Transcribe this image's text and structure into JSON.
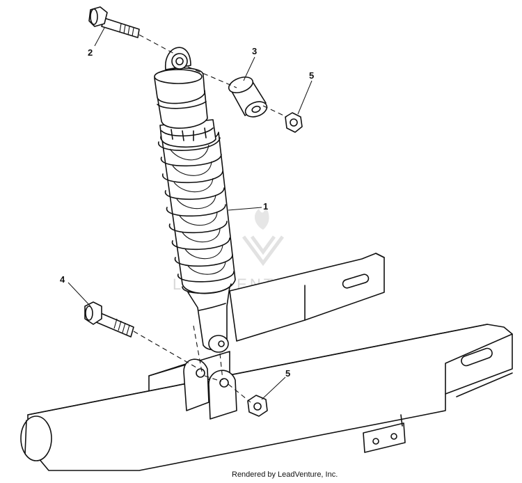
{
  "callouts": {
    "shock_absorber": "1",
    "upper_bolt": "2",
    "spacer": "3",
    "lower_bolt": "4",
    "nut_upper": "5",
    "nut_lower": "5"
  },
  "watermark": "LEADVENTURE",
  "footer": "Rendered by LeadVenture, Inc."
}
